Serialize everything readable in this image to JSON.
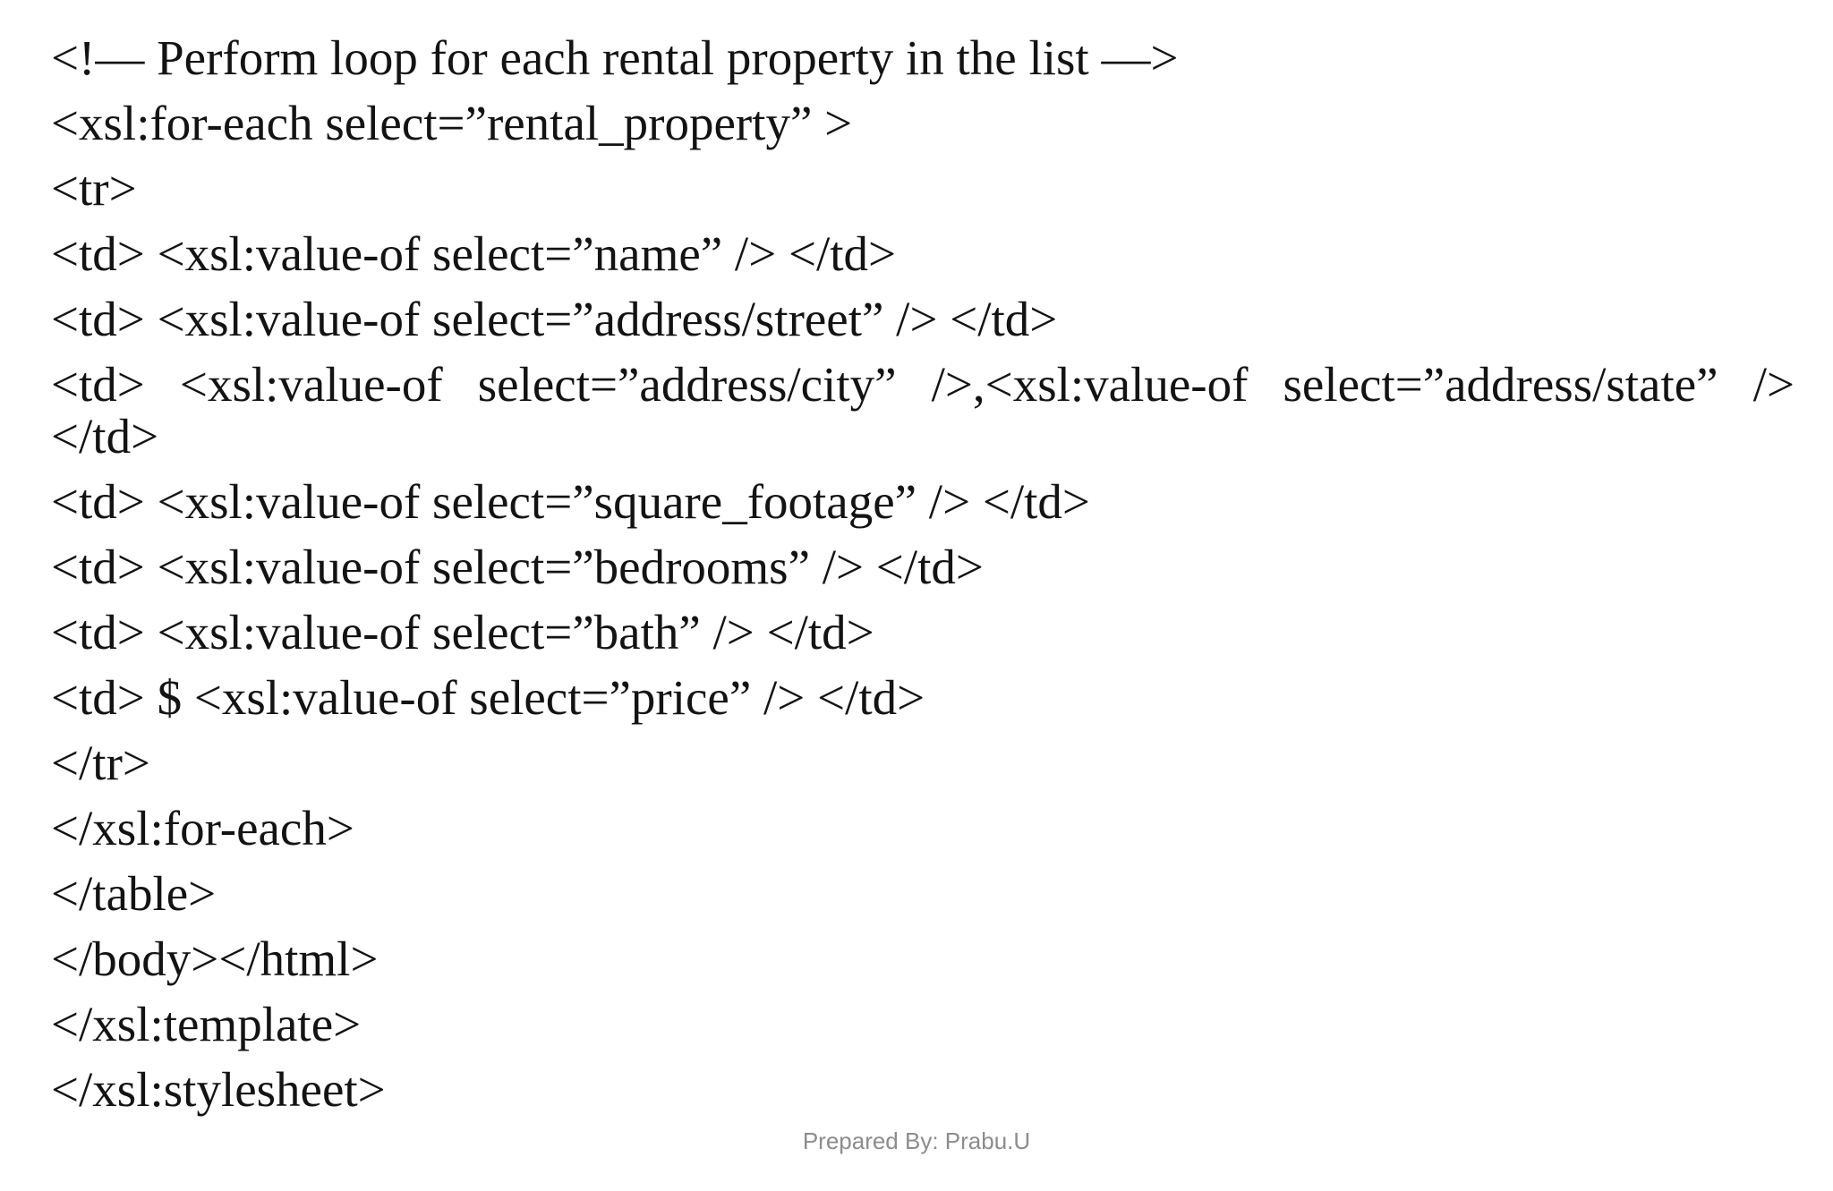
{
  "slide": {
    "kind": "presentation-slide",
    "topic": "XSLT for-each loop over rental properties"
  },
  "code": {
    "lines": [
      "<!— Perform loop for each rental property in the list —>",
      "<xsl:for-each select=”rental_property” >",
      "<tr>",
      "<td> <xsl:value-of select=”name” /> </td>",
      "<td> <xsl:value-of select=”address/street” /> </td>",
      "<td> <xsl:value-of select=”address/city” />,<xsl:value-of select=”address/state” />",
      "</td>",
      "<td> <xsl:value-of select=”square_footage” /> </td>",
      "<td> <xsl:value-of select=”bedrooms” /> </td>",
      "<td> <xsl:value-of select=”bath” /> </td>",
      "<td> $ <xsl:value-of select=”price” /> </td>",
      "</tr>",
      "</xsl:for-each>",
      "</table>",
      "</body></html>",
      "</xsl:template>",
      "</xsl:stylesheet>"
    ]
  },
  "footer": {
    "credit": "Prepared By: Prabu.U"
  },
  "colors": {
    "background": "#ffffff",
    "code_text": "#131313",
    "footer_text": "#8c8c8c"
  }
}
